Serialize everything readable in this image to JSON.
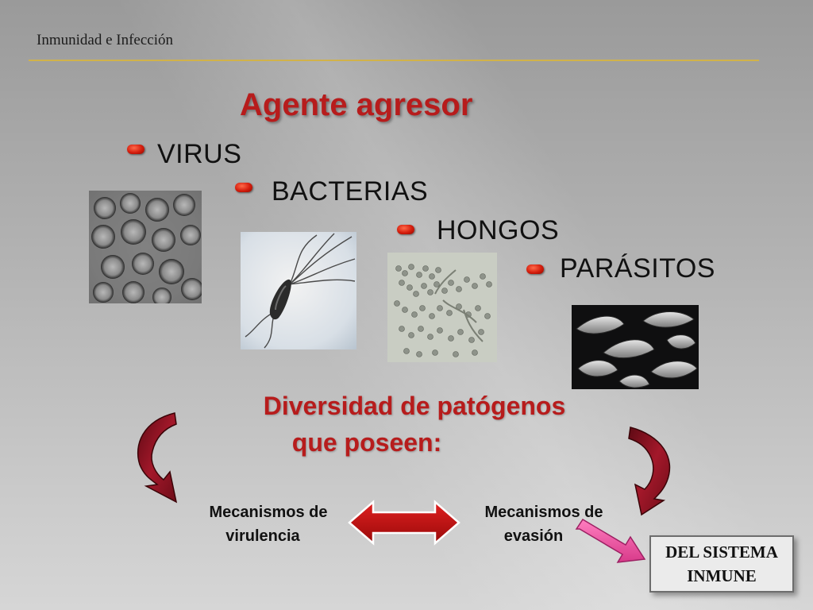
{
  "slide": {
    "header": "Inmunidad e Infección",
    "title": "Agente agresor"
  },
  "agents": [
    {
      "label": "VIRUS",
      "image": "virus-micrograph"
    },
    {
      "label": "BACTERIAS",
      "image": "bacteria-micrograph"
    },
    {
      "label": "HONGOS",
      "image": "fungi-micrograph"
    },
    {
      "label": "PARÁSITOS",
      "image": "parasite-micrograph"
    }
  ],
  "diversity": {
    "line1": "Diversidad de patógenos",
    "line2": "que poseen:"
  },
  "mechanisms": {
    "left_line1": "Mecanismos de",
    "left_line2": "virulencia",
    "right_line1": "Mecanismos de",
    "right_line2": "evasión"
  },
  "immune_box": {
    "line1": "DEL SISTEMA",
    "line2": "INMUNE"
  },
  "colors": {
    "title_red": "#b71c1c",
    "header_rule": "#d1b24a",
    "bullet_red": "#d41c0c",
    "arrow_dark_red": "#7a0f1c",
    "double_arrow_red": "#c81010",
    "pink_arrow": "#e64b9a"
  }
}
